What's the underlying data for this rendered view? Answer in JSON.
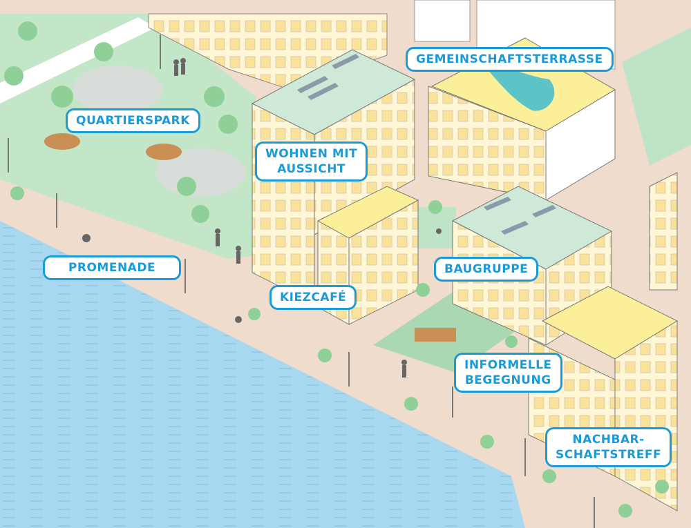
{
  "labels": {
    "quartierspark": "QUARTIERSPARK",
    "wohnen_line1": "WOHNEN MIT",
    "wohnen_line2": "AUSSICHT",
    "gemeinschaftsterrasse": "GEMEINSCHAFTSTERRASSE",
    "promenade": "PROMENADE",
    "kiezcafe": "KIEZCAFÉ",
    "baugruppe": "BAUGRUPPE",
    "informelle_line1": "INFORMELLE",
    "informelle_line2": "BEGEGNUNG",
    "nachbar_line1": "NACHBAR-",
    "nachbar_line2": "SCHAFTSTREFF"
  },
  "colors": {
    "label_blue": "#1b9ad8",
    "water": "#a8d8f0",
    "ground": "#efdccc",
    "park": "#c3e6c8",
    "roof_green": "#cfe9d8",
    "roof_yellow": "#fbef9a",
    "facade_yellow": "#fbe7a6",
    "pool": "#5cc3c8"
  }
}
